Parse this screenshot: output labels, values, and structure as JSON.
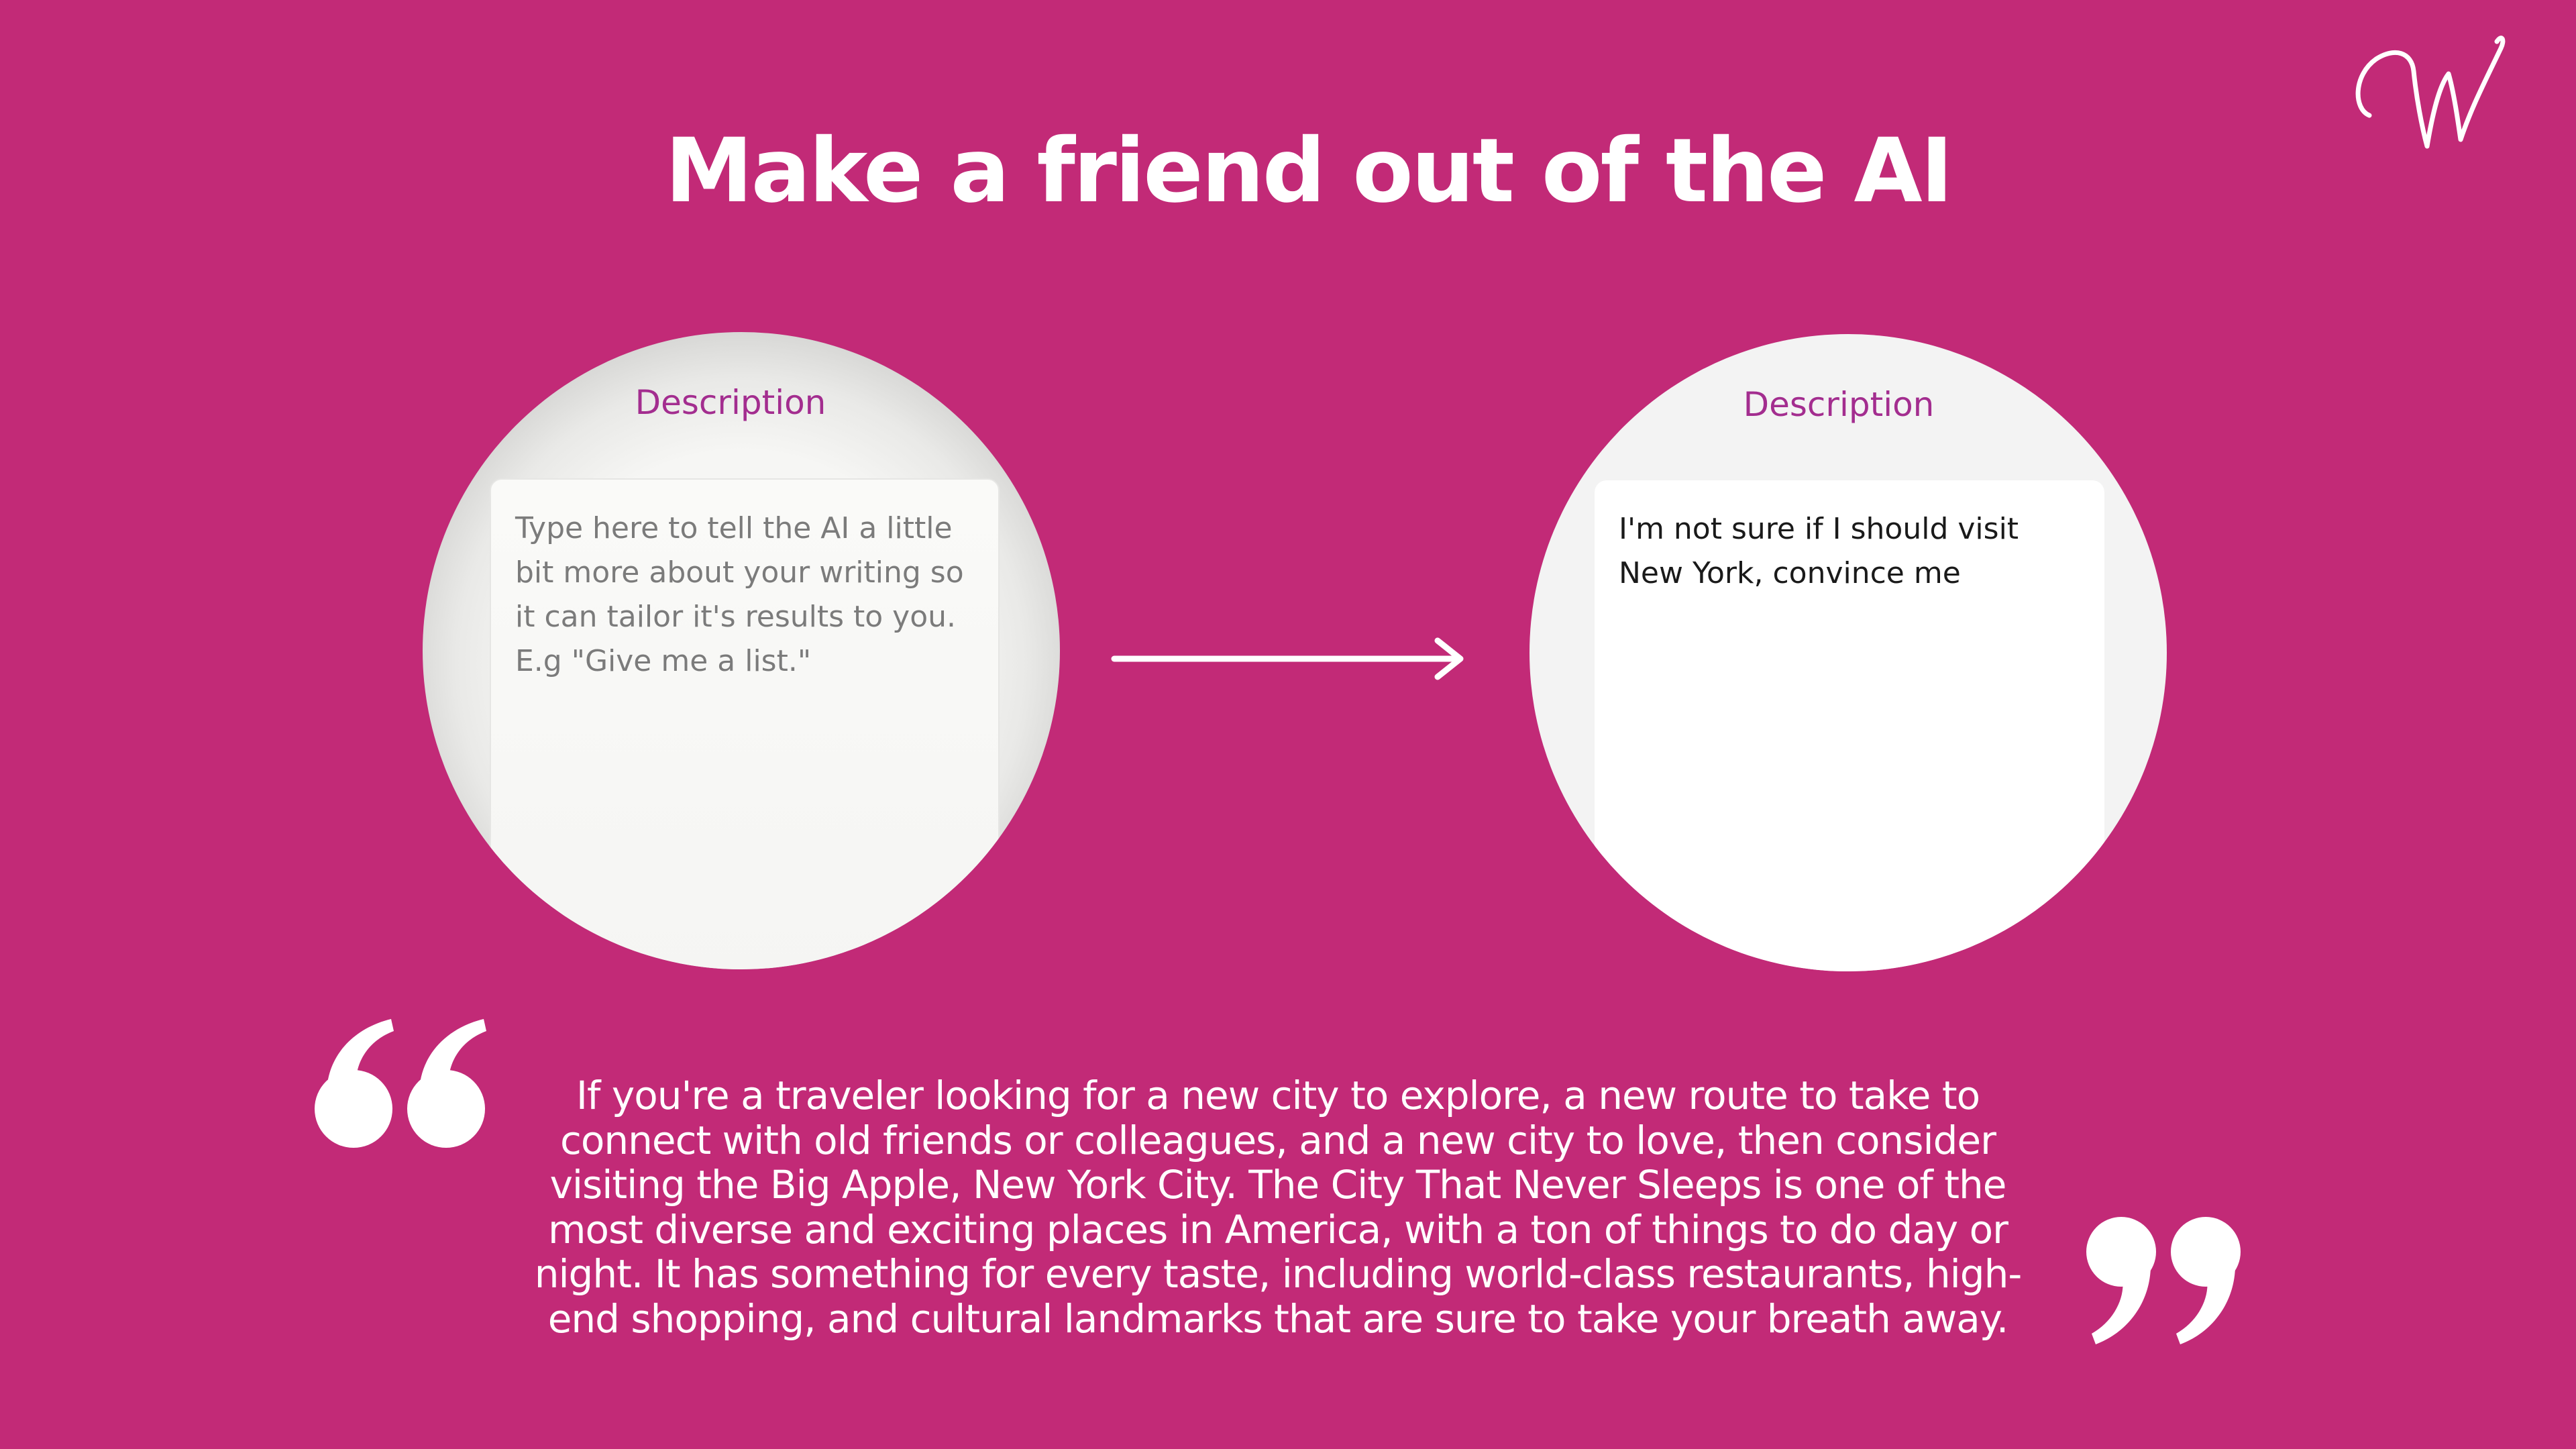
{
  "title": "Make a friend out of the AI",
  "logo": {
    "icon": "script-w-logo",
    "letter": "W"
  },
  "left_panel": {
    "label": "Description",
    "placeholder": "Type here to tell the AI a little bit more about your writing so it can tailor it's results to you. E.g \"Give me a list.\""
  },
  "right_panel": {
    "label": "Description",
    "value": "I'm not sure if I should visit New York, convince me"
  },
  "arrow": {
    "icon": "right-arrow-icon"
  },
  "quote": {
    "open_icon": "open-quote-icon",
    "close_icon": "close-quote-icon",
    "lines": [
      "If you're a traveler looking for a new city to explore, a new route to take to",
      "connect with old friends or colleagues, and a new city to love, then consider",
      "visiting the Big Apple, New York City. The City That Never Sleeps is one of the",
      "most diverse and exciting places in America, with a ton of things to do day or",
      "night. It has something for every taste, including world-class restaurants, high-",
      "end shopping, and cultural landmarks that are sure to take your breath away."
    ]
  },
  "colors": {
    "background": "#c22a77",
    "label": "#a32d8f",
    "text_light": "#ffffff"
  }
}
